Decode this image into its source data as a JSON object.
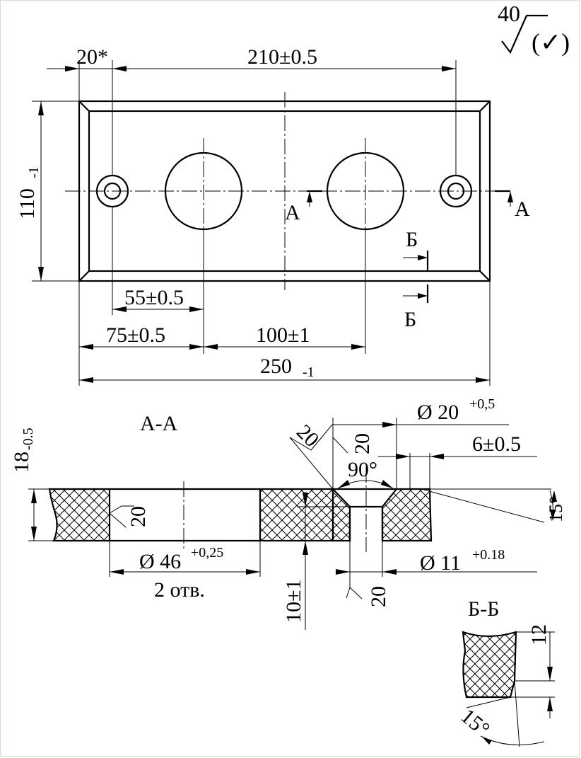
{
  "roughness": {
    "value": "40",
    "alt": "(✓)"
  },
  "plan": {
    "dim_20": "20*",
    "dim_210": "210±0.5",
    "dim_110": "110",
    "dim_110_tol": "-1",
    "dim_55": "55±0.5",
    "dim_75": "75±0.5",
    "dim_100": "100±1",
    "dim_250": "250",
    "dim_250_tol": "-1",
    "section_A_left": "A",
    "section_A_right": "A",
    "section_B_top": "Б",
    "section_B_bottom": "Б"
  },
  "section_aa": {
    "title": "A-A",
    "dim_18": "18",
    "dim_18_tol": "-0.5",
    "rough_20_left": "20",
    "dim_d46": "Ø 46",
    "dim_d46_tol": "+0,25",
    "holes_note": "2 отв.",
    "dim_10": "10±1",
    "rough_20_top_a": "20",
    "rough_20_top_b": "20",
    "dim_d20": "Ø 20",
    "dim_d20_tol": "+0,5",
    "dim_6": "6±0.5",
    "angle_90": "90°",
    "angle_15": "15°",
    "dim_d11": "Ø 11",
    "dim_d11_tol": "+0.18",
    "rough_20_bottom": "20"
  },
  "section_bb": {
    "title": "Б-Б",
    "dim_12": "12",
    "angle_15": "15°"
  }
}
